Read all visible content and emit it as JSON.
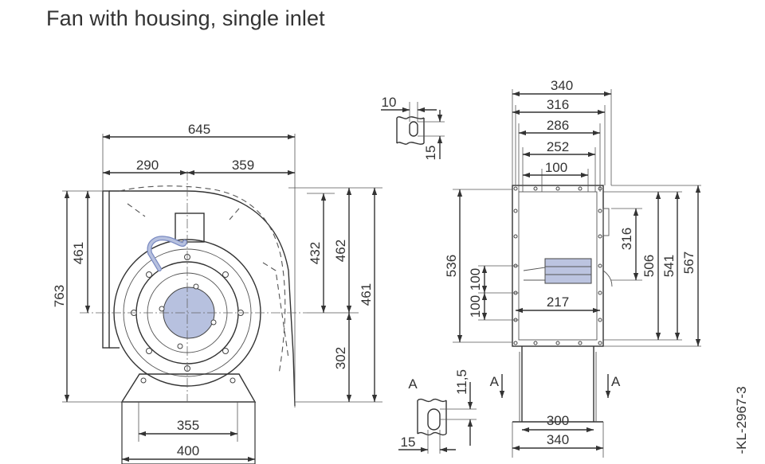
{
  "title": "Fan with housing, single inlet",
  "drawing_code": "-KL-2967-3",
  "colors": {
    "line": "#333333",
    "inlet_fill": "#b7c1df",
    "motor_fill": "#bcc4e0"
  },
  "front_view": {
    "overall_width": "645",
    "left_width": "290",
    "right_width": "359",
    "overall_height": "763",
    "upper_left_height": "461",
    "right_upper_height": "432",
    "right_total_upper": "462",
    "right_outer_height": "461",
    "lower_height": "302",
    "foot_inner": "355",
    "foot_outer": "400"
  },
  "slot_detail": {
    "width": "10",
    "height": "15"
  },
  "side_view": {
    "w340": "340",
    "w316": "316",
    "w286": "286",
    "w252": "252",
    "w100": "100",
    "h536": "536",
    "h100a": "100",
    "h100b": "100",
    "w217": "217",
    "h316": "316",
    "h506": "506",
    "h541": "541",
    "h567": "567",
    "section_label_left": "A",
    "section_label_right": "A",
    "foot_300": "300",
    "foot_340": "340"
  },
  "section_detail": {
    "label": "A",
    "height": "11,5",
    "width": "15"
  }
}
